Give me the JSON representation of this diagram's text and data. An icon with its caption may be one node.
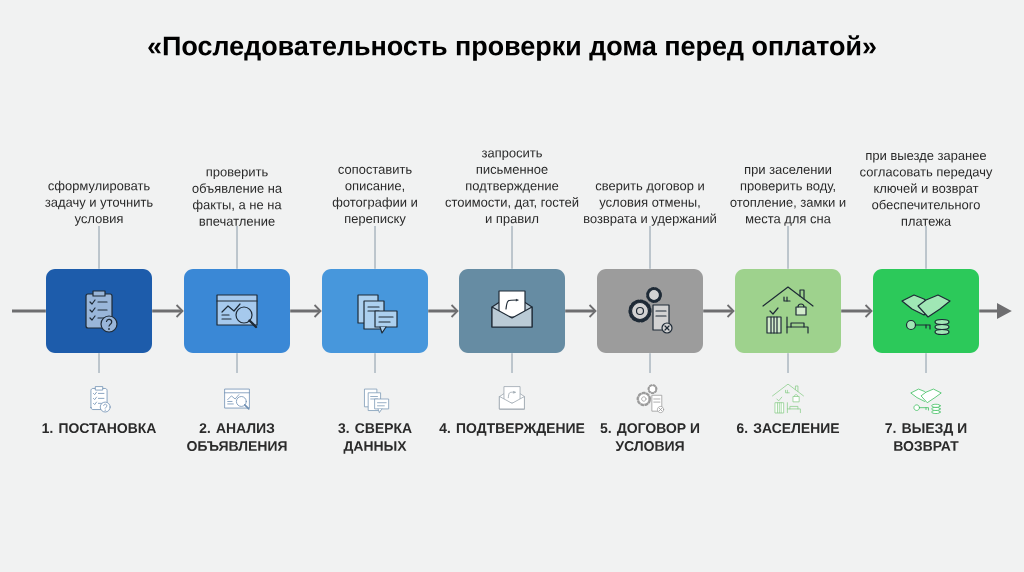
{
  "diagram": {
    "title": "«Последовательность проверки дома перед оплатой»",
    "nodes": [
      {
        "text": [
          "сформулировать задачу и уточнить условия"
        ]
      },
      {
        "text": [
          "проверить объявление на факты, а не на впечатление"
        ]
      },
      {
        "text": [
          "сопоставить описание, фотографии и переписку"
        ]
      },
      {
        "text": [
          "запросить письменное подтверждение стоимости, дат, гостей и правил"
        ]
      },
      {
        "text": [
          "сверить договор и условия отмены, возврата и удержаний"
        ]
      },
      {
        "text": [
          "при заселении проверить воду, отопление, замки и места для сна"
        ]
      },
      {
        "text": [
          "при выезде заранее согласовать передачу ключей и возврат обеспечительного платежа"
        ]
      },
      {
        "text": [],
        "shape": "box"
      },
      {
        "text": [],
        "shape": "box"
      },
      {
        "text": [],
        "shape": "box"
      },
      {
        "text": [],
        "shape": "box"
      },
      {
        "text": [],
        "shape": "box"
      },
      {
        "text": [],
        "shape": "box"
      },
      {
        "text": [],
        "shape": "box"
      },
      {
        "text": [
          "1. ПОСТАНОВКА"
        ]
      },
      {
        "text": [
          "2. АНАЛИЗ ОБЪЯВЛЕНИЯ"
        ]
      },
      {
        "text": [
          "3. СВЕРКА ДАННЫХ"
        ]
      },
      {
        "text": [
          "4. ПОДТВЕРЖДЕНИЕ"
        ]
      },
      {
        "text": [
          "5. ДОГОВОР И УСЛОВИЯ"
        ]
      },
      {
        "text": [
          "6. ЗАСЕЛЕНИЕ"
        ]
      },
      {
        "text": [
          "7. ВЫЕЗД И ВОЗВРАТ"
        ]
      }
    ],
    "edges": [
      {
        "from": null,
        "to": 7,
        "arrow": "none",
        "style": "thick"
      },
      {
        "from": 7,
        "to": 8,
        "arrow": "to",
        "style": "thick"
      },
      {
        "from": 8,
        "to": 9,
        "arrow": "to",
        "style": "thick"
      },
      {
        "from": 9,
        "to": 10,
        "arrow": "to",
        "style": "thick"
      },
      {
        "from": 10,
        "to": 11,
        "arrow": "to",
        "style": "thick"
      },
      {
        "from": 11,
        "to": 12,
        "arrow": "to",
        "style": "thick"
      },
      {
        "from": 12,
        "to": 13,
        "arrow": "to",
        "style": "thick"
      },
      {
        "from": 13,
        "to": null,
        "arrow": "to",
        "style": "thick"
      },
      {
        "from": 0,
        "to": 7,
        "arrow": "none"
      },
      {
        "from": 1,
        "to": 8,
        "arrow": "none"
      },
      {
        "from": 2,
        "to": 9,
        "arrow": "none"
      },
      {
        "from": 3,
        "to": 10,
        "arrow": "none"
      },
      {
        "from": 4,
        "to": 11,
        "arrow": "none"
      },
      {
        "from": 5,
        "to": 12,
        "arrow": "none"
      },
      {
        "from": 6,
        "to": 13,
        "arrow": "none"
      },
      {
        "from": 7,
        "to": 14,
        "arrow": "none"
      },
      {
        "from": 8,
        "to": 15,
        "arrow": "none"
      },
      {
        "from": 9,
        "to": 16,
        "arrow": "none"
      },
      {
        "from": 10,
        "to": 17,
        "arrow": "none"
      },
      {
        "from": 11,
        "to": 18,
        "arrow": "none"
      },
      {
        "from": 12,
        "to": 19,
        "arrow": "none"
      },
      {
        "from": 13,
        "to": 20,
        "arrow": "none"
      }
    ]
  }
}
